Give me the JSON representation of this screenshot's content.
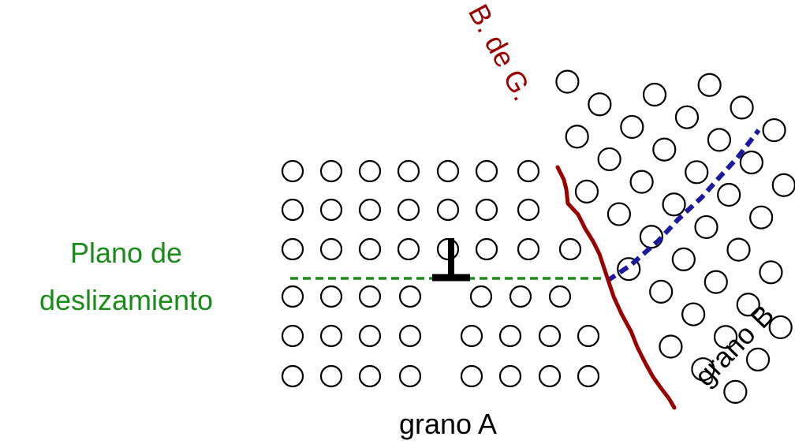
{
  "labels": {
    "slip_plane_line1": "Plano de",
    "slip_plane_line2": "deslizamiento",
    "grain_boundary": "B. de G.",
    "grain_a": "grano A",
    "grain_b": "grano B"
  },
  "colors": {
    "slip_plane": "#1a8c1a",
    "grain_boundary": "#990000",
    "grain_b_plane": "#1a1aa0",
    "atoms": "#000000",
    "dislocation": "#000000"
  },
  "icons": {
    "dislocation": "edge-dislocation-symbol"
  }
}
